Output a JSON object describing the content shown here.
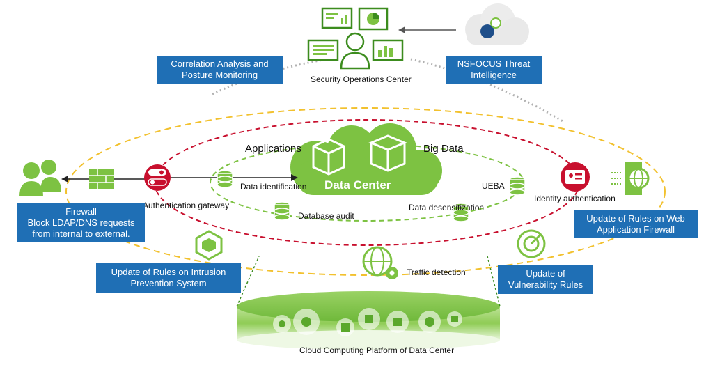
{
  "soc": {
    "label": "Security Operations Center"
  },
  "threat_intel": {
    "line1": "NSFOCUS Threat",
    "line2": "Intelligence"
  },
  "correlation": {
    "line1": "Correlation Analysis and",
    "line2": "Posture Monitoring"
  },
  "data_center": {
    "title": "Data Center",
    "applications": "Applications",
    "big_data": "Big Data"
  },
  "nodes": {
    "data_identification": "Data identification",
    "authentication_gateway": "Authentication gateway",
    "database_audit": "Database audit",
    "data_desensitization": "Data desensitization",
    "ueba": "UEBA",
    "identity_authentication": "Identity authentication",
    "traffic_detection": "Traffic detection"
  },
  "firewall_box": {
    "line1": "Firewall",
    "line2": "Block LDAP/DNS requests",
    "line3": "from internal to external."
  },
  "waf_box": {
    "line1": "Update of Rules on Web",
    "line2": "Application Firewall"
  },
  "ips_box": {
    "line1": "Update of Rules on Intrusion",
    "line2": "Prevention System"
  },
  "vuln_box": {
    "line1": "Update of",
    "line2": "Vulnerability Rules"
  },
  "platform": {
    "label": "Cloud Computing Platform of Data Center"
  },
  "colors": {
    "green": "#7dc242",
    "dark_green": "#3c8c1e",
    "blue": "#1f6fb5",
    "red": "#c8102e",
    "yellow": "#f2c12e"
  }
}
